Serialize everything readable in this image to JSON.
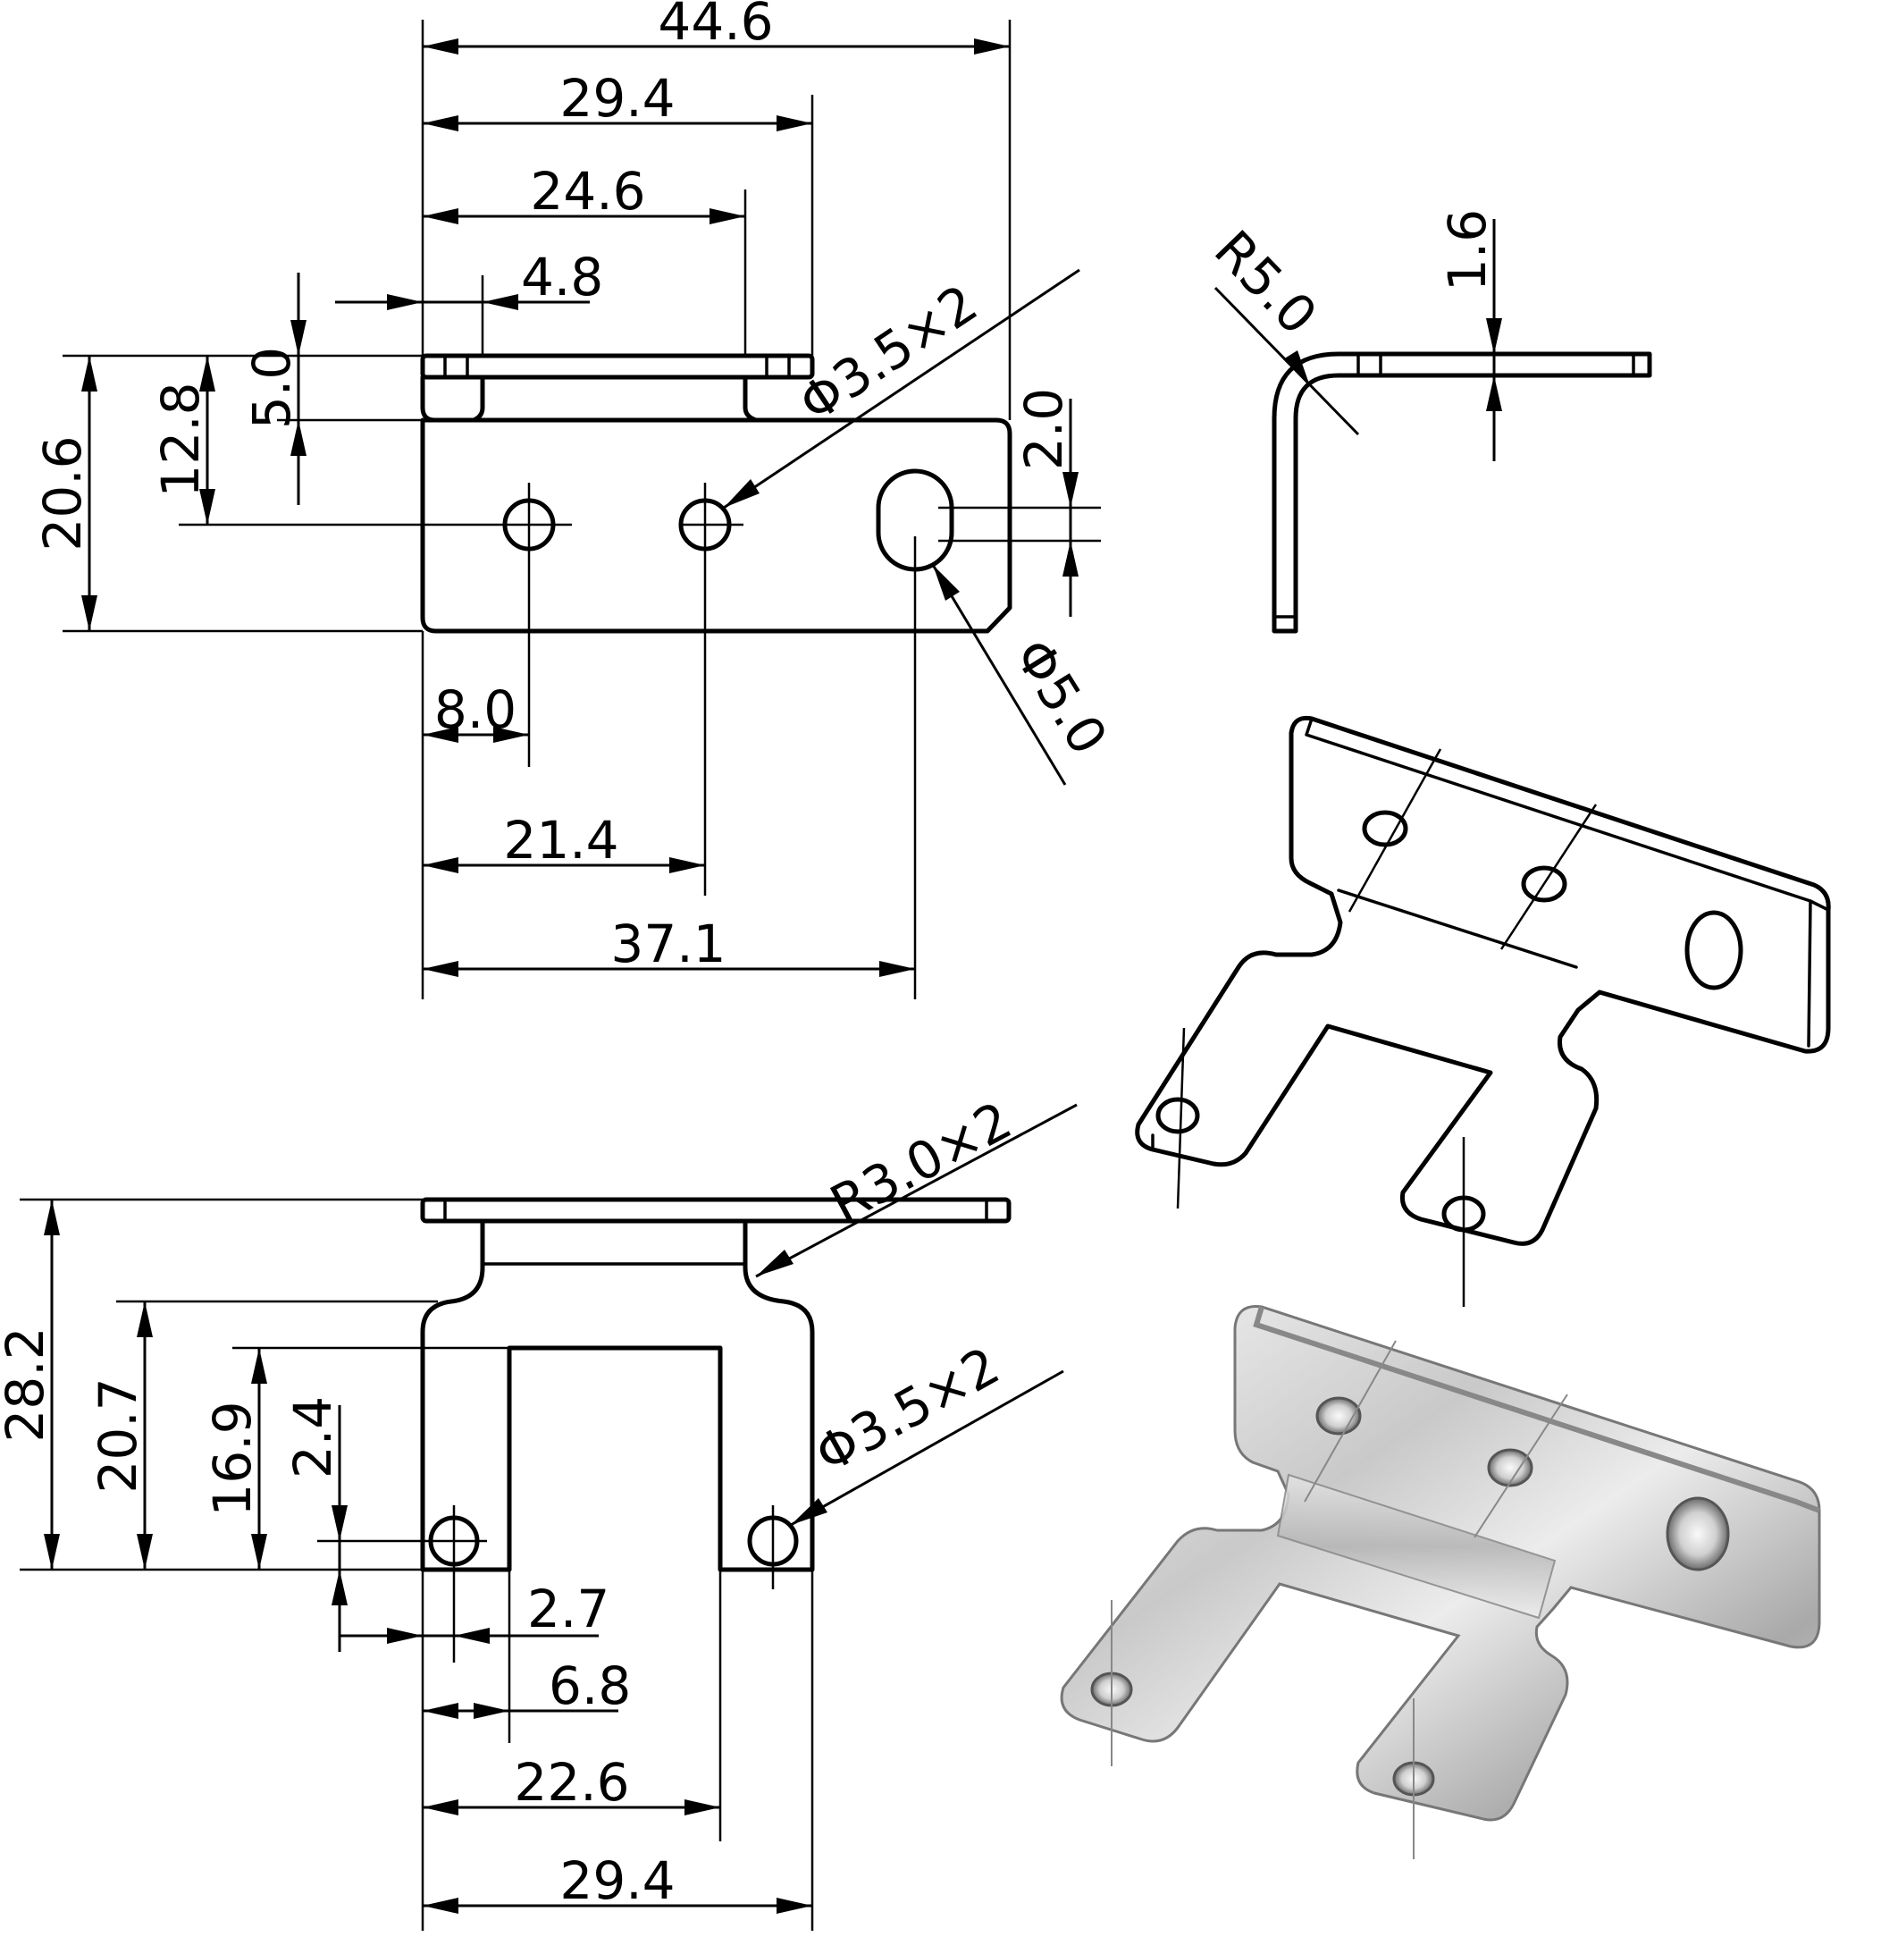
{
  "top_view": {
    "dims": {
      "overall_width": "44.6",
      "tab_outer": "29.4",
      "tab_inner": "24.6",
      "tab_width": "4.8",
      "height_total": "20.6",
      "hole_row_height": "12.8",
      "flange": "5.0",
      "slot_offset": "2.0",
      "hole1_x": "8.0",
      "hole2_x": "21.4",
      "slot_x": "37.1"
    },
    "callouts": {
      "holes": "Φ3.5×2",
      "slot": "Φ5.0"
    }
  },
  "side_view": {
    "dims": {
      "bend_radius": "R5.0",
      "thickness": "1.6"
    }
  },
  "bottom_view": {
    "dims": {
      "height_total": "28.2",
      "fork_height": "20.7",
      "slot_depth": "16.9",
      "hole_offset_y": "2.4",
      "hole_offset_x": "2.7",
      "prong_width": "6.8",
      "slot_width": "22.6",
      "overall_width": "29.4"
    },
    "callouts": {
      "fillet": "R3.0×2",
      "holes": "Φ3.5×2"
    }
  }
}
